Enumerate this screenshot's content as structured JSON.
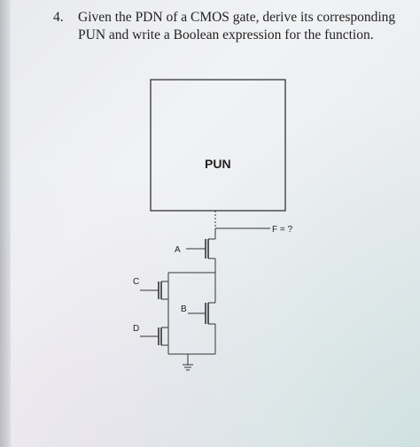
{
  "question": {
    "number": "4.",
    "text": "Given the PDN of a CMOS gate, derive its corresponding PUN and write a Boolean expression for the function."
  },
  "circuit": {
    "pun_label": "PUN",
    "output_label": "F = ?",
    "inputs": {
      "a": "A",
      "b": "B",
      "c": "C",
      "d": "D"
    }
  }
}
